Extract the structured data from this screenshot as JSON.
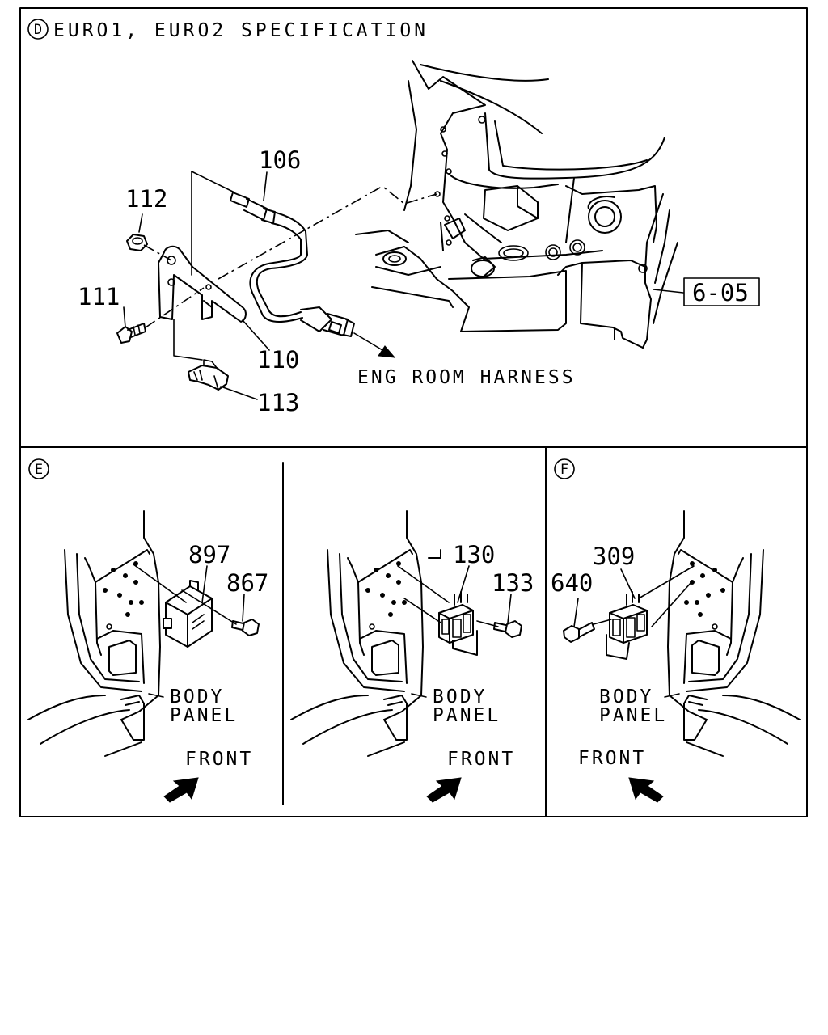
{
  "views": {
    "d": {
      "marker": "D",
      "title": "EURO1, EURO2 SPECIFICATION",
      "parts": {
        "p106": "106",
        "p112": "112",
        "p111": "111",
        "p110": "110",
        "p113": "113"
      },
      "ref_box": "6-05",
      "harness_label": "ENG ROOM HARNESS"
    },
    "e": {
      "marker": "E",
      "left": {
        "parts": {
          "p897": "897",
          "p867": "867"
        },
        "panel_line1": "BODY",
        "panel_line2": "PANEL",
        "front": "FRONT"
      },
      "right": {
        "parts": {
          "p130": "130",
          "p133": "133"
        },
        "panel_line1": "BODY",
        "panel_line2": "PANEL",
        "front": "FRONT"
      }
    },
    "f": {
      "marker": "F",
      "parts": {
        "p309": "309",
        "p640": "640"
      },
      "panel_line1": "BODY",
      "panel_line2": "PANEL",
      "front": "FRONT"
    }
  },
  "icons": [
    "circle-letter-marker",
    "front-arrow-icon",
    "bolt-icon",
    "nut-icon",
    "bracket-icon",
    "connector-icon",
    "module-icon",
    "clip-icon"
  ]
}
